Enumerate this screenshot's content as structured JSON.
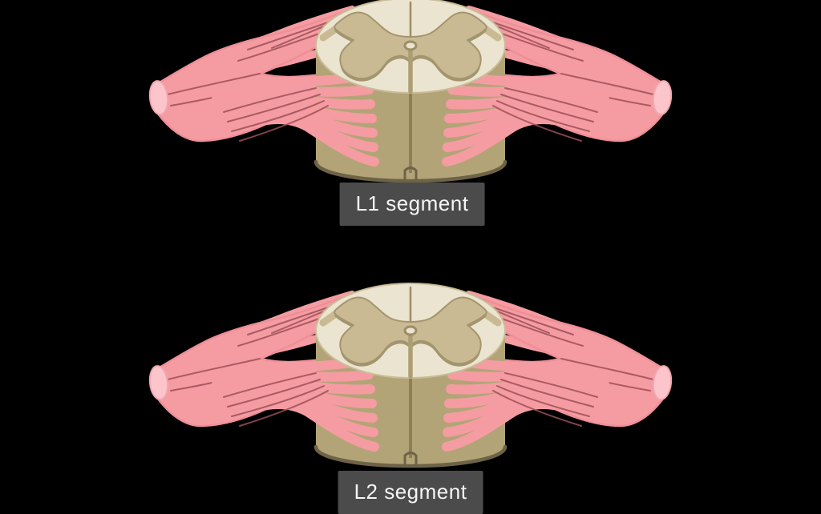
{
  "page": {
    "background": "#000000"
  },
  "figure": {
    "segments": [
      {
        "id": "l1-segment",
        "label": "L1 segment"
      },
      {
        "id": "l2-segment",
        "label": "L2 segment"
      }
    ],
    "label_style": {
      "background": "#4B4B4B",
      "text_color": "#F5F5F5"
    },
    "colors": {
      "nerve_pink": "#F59CA2",
      "nerve_outline": "#EE8F97",
      "nerve_accent_line": "#9C4F57",
      "nerve_cut_end": "#FBC5CB",
      "white_matter_cream": "#EBE4D0",
      "gray_matter_tan": "#C9BA94",
      "gray_matter_outline": "#A3956D",
      "cord_body_tan": "#B3A478",
      "cord_base_rim": "#6E6347"
    },
    "illustrated_parts": [
      "spinal-nerve",
      "dorsal-rootlets",
      "ventral-rootlets",
      "white-matter",
      "gray-matter",
      "central-canal",
      "anterior-median-fissure",
      "posterior-median-sulcus"
    ]
  }
}
